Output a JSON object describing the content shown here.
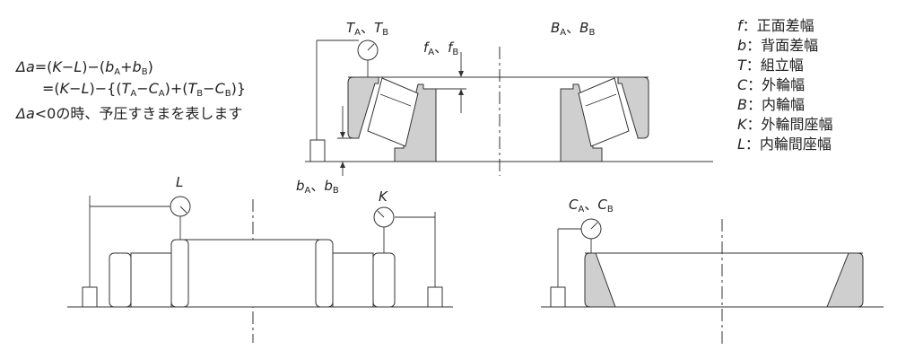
{
  "formula": {
    "line1": {
      "a": "Δa",
      "b": "=(",
      "c": "K",
      "d": "−",
      "e": "L",
      "f": ")−(",
      "g": "b",
      "h": "A",
      "i": "+",
      "j": "b",
      "k": "B",
      "l": ")"
    },
    "line2": {
      "a": "=(",
      "b": "K",
      "c": "−",
      "d": "L",
      "e": ")−{(",
      "f": "T",
      "g": "A",
      "h": "−",
      "i": "C",
      "j": "A",
      "k": ")+(",
      "l": "T",
      "m": "B",
      "n": "−",
      "o": "C",
      "p": "B",
      "q": ")}"
    },
    "line3": {
      "a": "Δa",
      "b": "<0の時、予圧すきまを表します"
    }
  },
  "labels": {
    "ta_tb": {
      "a": "T",
      "b": "A",
      "c": "、",
      "d": "T",
      "e": "B"
    },
    "fa_fb": {
      "a": "f",
      "b": "A",
      "c": "、",
      "d": "f",
      "e": "B"
    },
    "ba_bb_cap": {
      "a": "B",
      "b": "A",
      "c": "、",
      "d": "B",
      "e": "B"
    },
    "ba_bb": {
      "a": "b",
      "b": "A",
      "c": "、",
      "d": "b",
      "e": "B"
    },
    "l": "L",
    "k": "K",
    "ca_cb": {
      "a": "C",
      "b": "A",
      "c": "、",
      "d": "C",
      "e": "B"
    }
  },
  "legend": [
    {
      "sym": "f",
      "text": "：正面差幅"
    },
    {
      "sym": "b",
      "text": "：背面差幅"
    },
    {
      "sym": "T",
      "text": "：組立幅"
    },
    {
      "sym": "C",
      "text": "：外輪幅"
    },
    {
      "sym": "B",
      "text": "：内輪幅"
    },
    {
      "sym": "K",
      "text": "：外輪間座幅"
    },
    {
      "sym": "L",
      "text": "：内輪間座幅"
    }
  ]
}
